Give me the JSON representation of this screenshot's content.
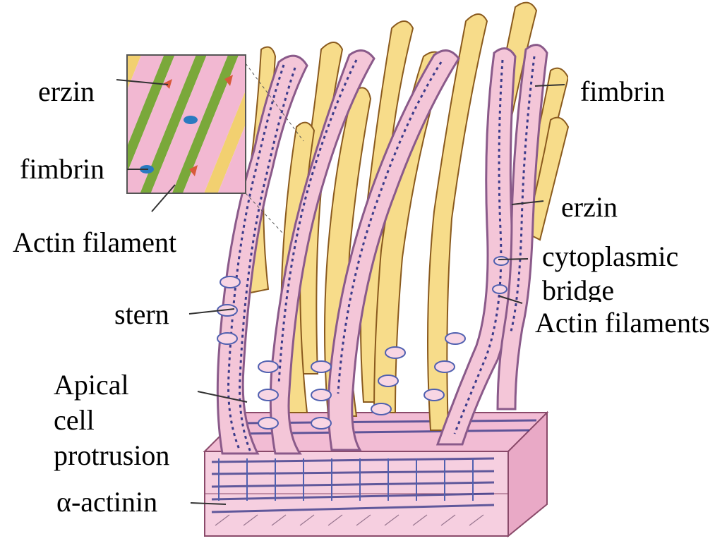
{
  "labels": {
    "erzin_left": "erzin",
    "fimbrin_left": "fimbrin",
    "actin_filament": "Actin filament",
    "fimbrin_right": "fimbrin",
    "erzin_right": "erzin",
    "cytoplasmic": "cytoplasmic",
    "bridge": "bridge",
    "actin_filaments": "Actin filaments",
    "stern": "stern",
    "apical_1": "Apical",
    "apical_2": "cell",
    "apical_3": "protrusion",
    "alpha_actinin": "α-actinin"
  },
  "colors": {
    "villus_fill": "#f7dc8a",
    "villus_stroke": "#8a5a1e",
    "cytoplasm": "#f4c6d8",
    "membrane": "#9c6a8c",
    "actin": "#3b3b8a",
    "inset_green": "#7aa83a",
    "inset_pink": "#f2b8d2",
    "inset_yellow": "#f2d070",
    "leader": "#333333"
  }
}
